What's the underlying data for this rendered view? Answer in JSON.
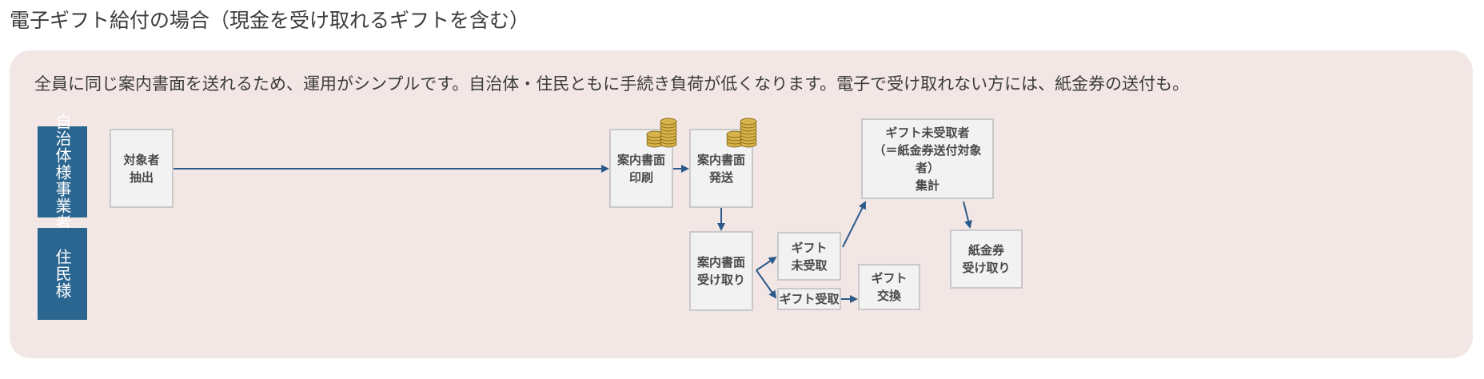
{
  "title": "電子ギフト給付の場合（現金を受け取れるギフトを含む）",
  "description": "全員に同じ案内書面を送れるため、運用がシンプルです。自治体・住民ともに手続き負荷が低くなります。電子で受け取れない方には、紙金券の送付も。",
  "lanes": {
    "operator": {
      "col1": "自治体様",
      "col2": "事業者"
    },
    "resident": {
      "col1": "住民様"
    }
  },
  "nodes": {
    "target_extract": "対象者\n抽出",
    "print": "案内書面\n印刷",
    "send": "案内書面\n発送",
    "receive_doc": "案内書面\n受け取り",
    "gift_unreceived": "ギフト\n未受取",
    "gift_received": "ギフト受取",
    "gift_exchange": "ギフト\n交換",
    "aggregate": "ギフト未受取者\n（＝紙金券送付対象者）\n集計",
    "paper_voucher": "紙金券\n受け取り"
  },
  "colors": {
    "lane": "#2b6690",
    "arrow": "#2b5a8a",
    "panel": "#f3e7e6",
    "box_fill": "#f2f2f2",
    "box_border": "#c9c9c9"
  },
  "icons": {
    "cost": "coin-stack-icon"
  }
}
